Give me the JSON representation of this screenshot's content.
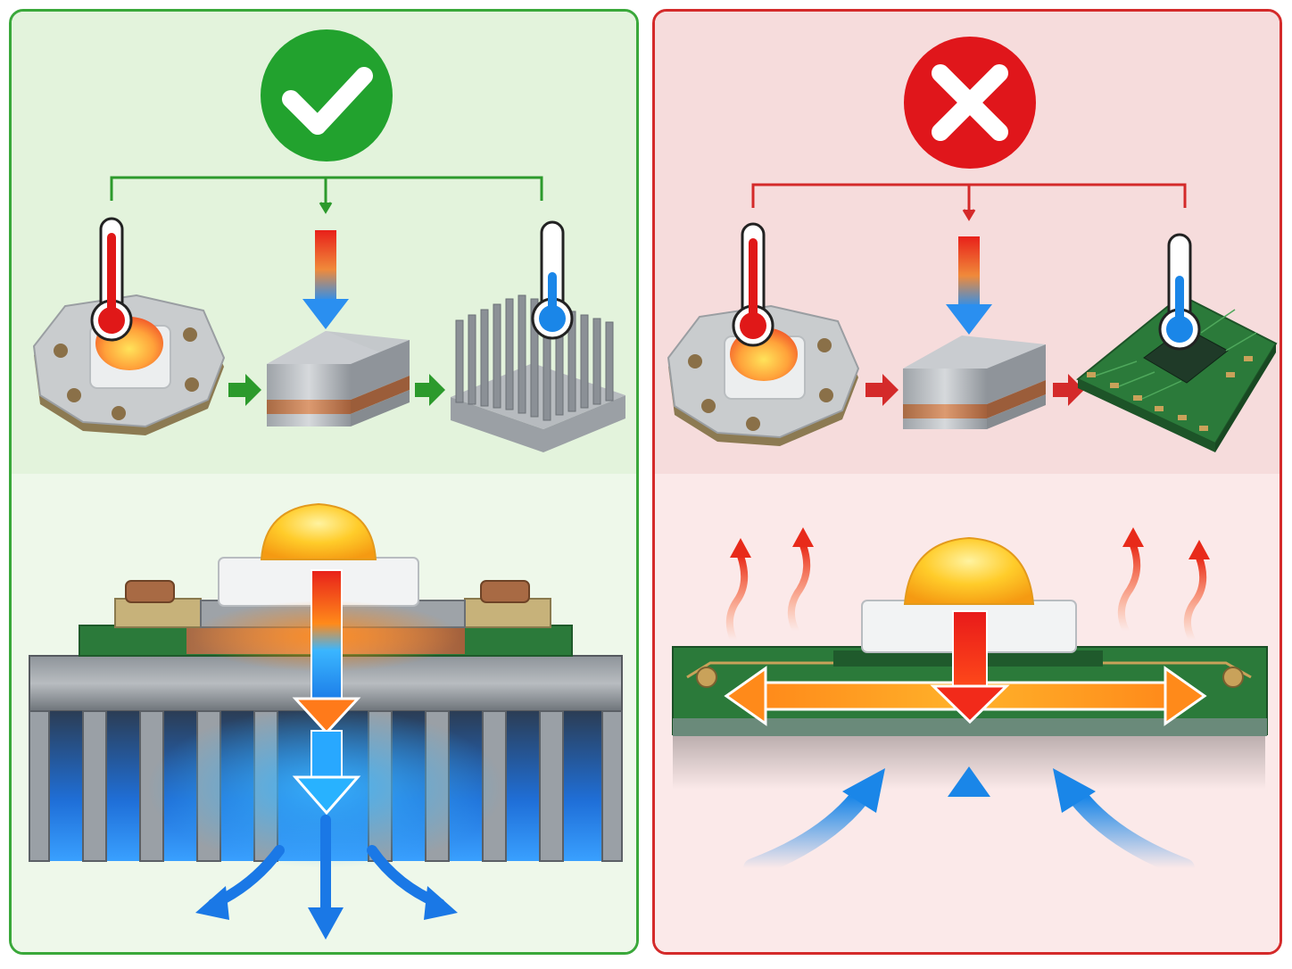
{
  "colors": {
    "good_border": "#3aa83a",
    "good_bg_top": "#e3f3dc",
    "good_bg_bottom": "#eef8ea",
    "good_badge": "#22a22e",
    "bad_border": "#d42a2a",
    "bad_bg_top": "#f6dcdc",
    "bad_bg_bottom": "#fbe9e9",
    "bad_badge": "#e0161b",
    "hot": "#e01818",
    "warm": "#ff8a1a",
    "cool": "#1a86e8",
    "pcb_green": "#2b7a3a",
    "copper": "#c0764a",
    "aluminum": "#a8adb2"
  },
  "panels": [
    {
      "id": "good",
      "badge_icon": "checkmark-icon",
      "verdict": "correct",
      "chain": [
        "led-star-board",
        "thermal-interface-pad",
        "finned-heatsink"
      ],
      "chain_temperatures": [
        "hot",
        "cool"
      ],
      "cross_section": "led-on-heatsink-heat-flows-down"
    },
    {
      "id": "bad",
      "badge_icon": "cross-icon",
      "verdict": "incorrect",
      "chain": [
        "led-star-board",
        "thermal-interface-pad",
        "bare-pcb"
      ],
      "chain_temperatures": [
        "hot",
        "cool"
      ],
      "cross_section": "led-on-pcb-heat-spreads-sideways"
    }
  ]
}
